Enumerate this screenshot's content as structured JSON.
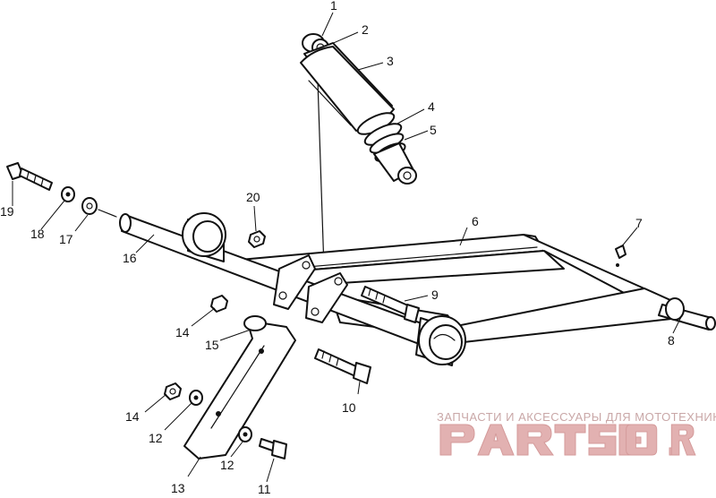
{
  "diagram": {
    "callouts": [
      "1",
      "2",
      "3",
      "4",
      "5",
      "6",
      "7",
      "8",
      "9",
      "10",
      "11",
      "12",
      "12",
      "13",
      "14",
      "14",
      "15",
      "16",
      "17",
      "18",
      "19",
      "20"
    ]
  },
  "watermark": {
    "tagline": "ЗАПЧАСТИ И АКСЕССУАРЫ ДЛЯ МОТОТЕХНИКИ",
    "logo_text": "PARTSFOR.RU",
    "color": "#d9a3a3"
  }
}
